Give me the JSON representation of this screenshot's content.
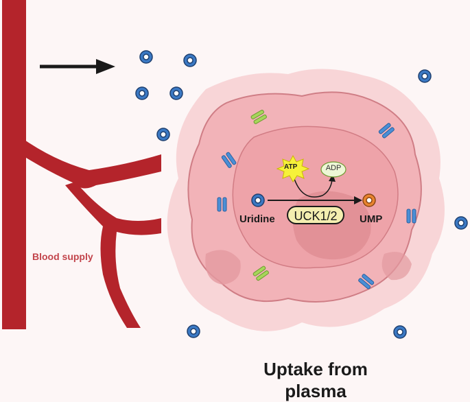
{
  "labels": {
    "blood_supply": "Blood supply",
    "uridine": "Uridine",
    "ump": "UMP",
    "atp": "ATP",
    "adp": "ADP",
    "enzyme": "UCK1/2",
    "title_line1": "Uptake from",
    "title_line2": "plasma"
  },
  "colors": {
    "vessel": "#b4242b",
    "cell_outer": "#f5c4c8",
    "cell_inner": "#f0a8ae",
    "nucleus": "#e49499",
    "uridine_molecule": "#3b79c4",
    "ump_molecule": "#e8842f",
    "transporter_blue": "#4a8fd6",
    "transporter_green": "#a6d65a",
    "atp_burst": "#f6f23a",
    "adp_bubble": "#eef7d6",
    "enzyme_box": "#f4eeb0"
  }
}
